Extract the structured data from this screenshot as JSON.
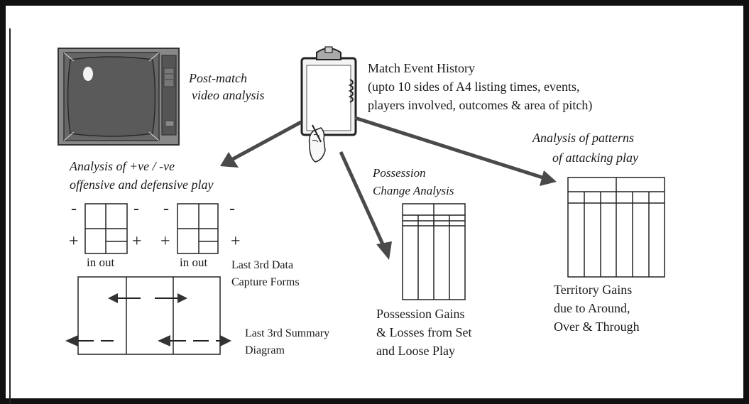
{
  "colors": {
    "ink": "#1a1a1a",
    "frame": "#111111",
    "tv_body": "#9a9a9a",
    "tv_screen": "#5f5f5f",
    "arrow": "#4a4a4a",
    "paper": "#ffffff"
  },
  "icons": {
    "tv": "television-icon",
    "clipboard": "clipboard-icon",
    "hand": "writing-hand-icon"
  },
  "labels": {
    "video": [
      "Post-match",
      "video analysis"
    ],
    "history": {
      "title": "Match Event History",
      "lines": [
        "(upto 10 sides of A4 listing times, events,",
        "players involved, outcomes & area of pitch)"
      ]
    },
    "attacking": [
      "Analysis of patterns",
      "of attacking play"
    ],
    "offdef": [
      "Analysis of +ve / -ve",
      "offensive and defensive play"
    ],
    "possession": [
      "Possession",
      "Change Analysis"
    ],
    "inout": [
      "in out",
      "in out"
    ],
    "capture": [
      "Last 3rd Data",
      "Capture Forms"
    ],
    "summary": [
      "Last 3rd Summary",
      "Diagram"
    ],
    "gains": [
      "Possession Gains",
      "& Losses from Set",
      "and Loose Play"
    ],
    "territory": [
      "Territory Gains",
      "due to Around,",
      "Over & Through"
    ],
    "signs": {
      "minus": "-",
      "plus": "+"
    }
  }
}
